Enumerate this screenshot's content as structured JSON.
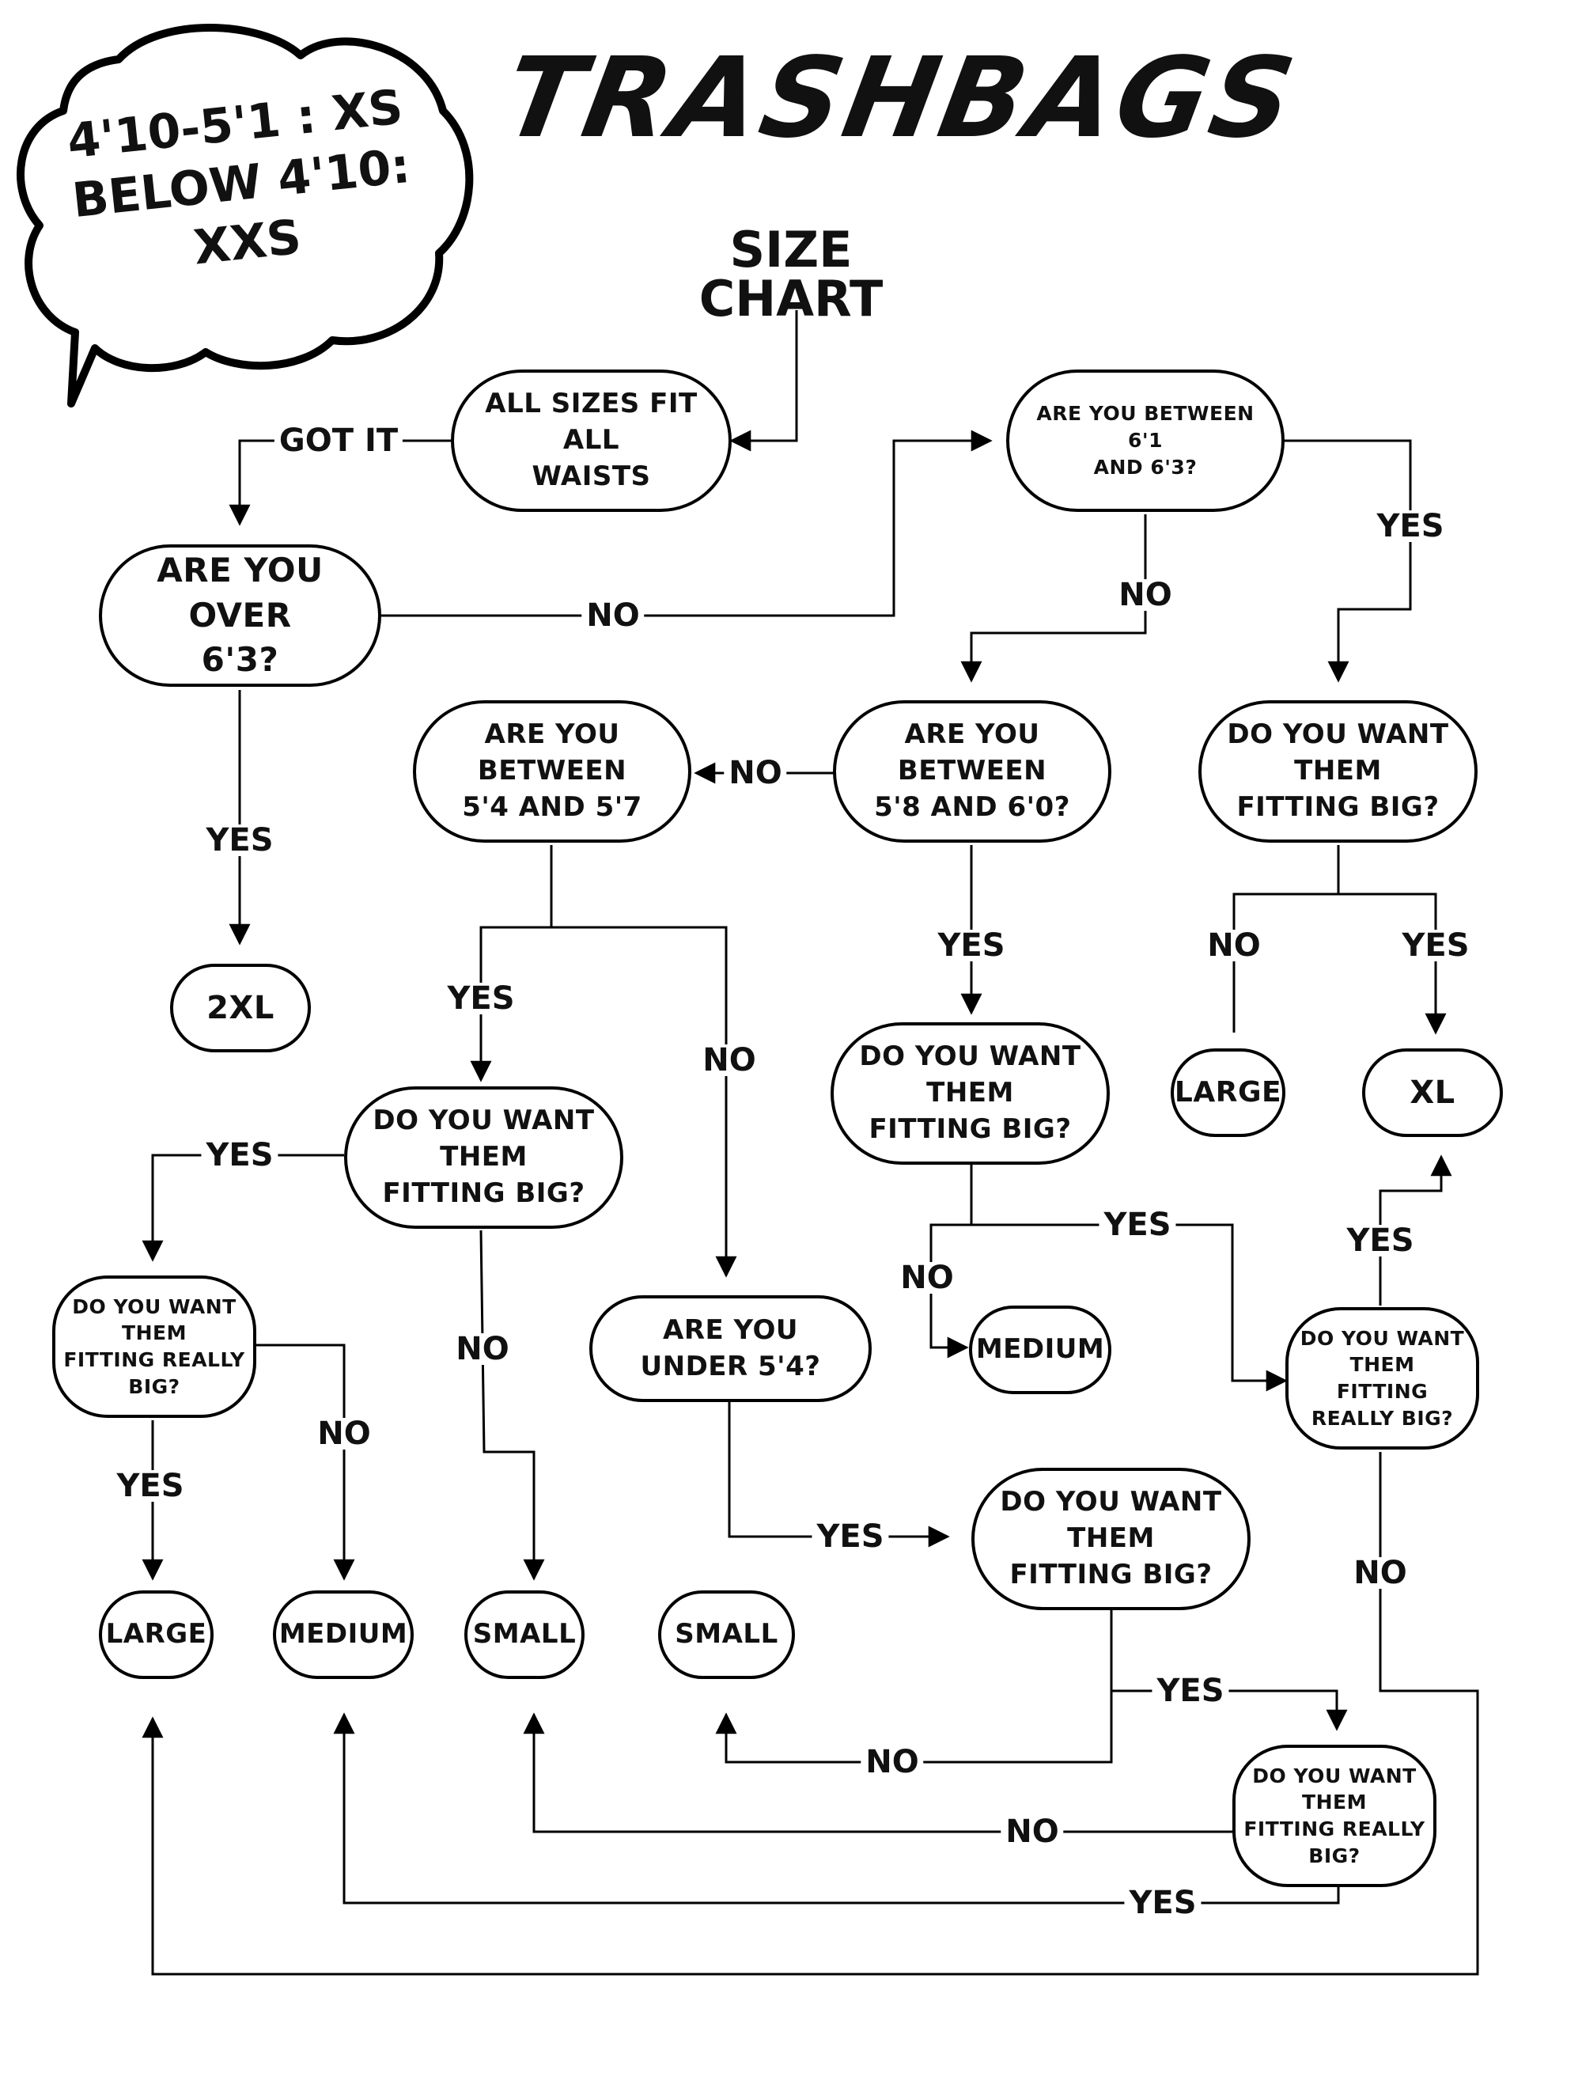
{
  "header": {
    "brand": "TRASHBAGS",
    "subtitle": "SIZE CHART"
  },
  "speech_bubble": {
    "line1": "4'10-5'1 : XS",
    "line2": "BELOW 4'10:",
    "line3": "XXS"
  },
  "nodes": {
    "fit_all": "ALL SIZES FIT ALL\nWAISTS",
    "over_63": "ARE YOU OVER\n6'3?",
    "between_61_63": "ARE YOU BETWEEN 6'1\nAND 6'3?",
    "between_58_60": "ARE YOU BETWEEN\n5'8 AND 6'0?",
    "between_54_57": "ARE YOU BETWEEN\n5'4 AND 5'7",
    "big_q_tall": "DO YOU WANT THEM\nFITTING BIG?",
    "big_q_mid": "DO YOU WANT THEM\nFITTING BIG?",
    "big_q_short": "DO YOU WANT THEM\nFITTING BIG?",
    "under_54": "ARE YOU UNDER 5'4?",
    "big_q_under": "DO YOU WANT THEM\nFITTING BIG?",
    "really_big_left": "DO YOU WANT THEM\nFITTING REALLY BIG?",
    "really_big_right": "DO YOU WANT THEM\nFITTING REALLY BIG?",
    "really_big_bottom": "DO YOU WANT THEM\nFITTING REALLY BIG?"
  },
  "results": {
    "xxl": "2XL",
    "large_top": "LARGE",
    "xl": "XL",
    "medium_mid": "MEDIUM",
    "large_bottom": "LARGE",
    "medium_bottom": "MEDIUM",
    "small_a": "SMALL",
    "small_b": "SMALL"
  },
  "labels": {
    "got_it": "GOT IT",
    "no_over63": "NO",
    "yes_over63": "YES",
    "yes_61_63": "YES",
    "no_61_63": "NO",
    "no_58_60": "NO",
    "yes_58_60": "YES",
    "yes_54_57": "YES",
    "no_54_57": "NO",
    "no_tall_big": "NO",
    "yes_tall_big": "YES",
    "yes_mid_big": "YES",
    "no_mid_big": "NO",
    "yes_short_big": "YES",
    "no_short_big": "NO",
    "yes_really_left": "YES",
    "no_really_left": "NO",
    "yes_really_right": "YES",
    "no_really_right": "NO",
    "yes_under54": "YES",
    "yes_under_big": "YES",
    "no_under_big": "NO",
    "no_really_bottom": "NO",
    "yes_really_bottom": "YES"
  }
}
